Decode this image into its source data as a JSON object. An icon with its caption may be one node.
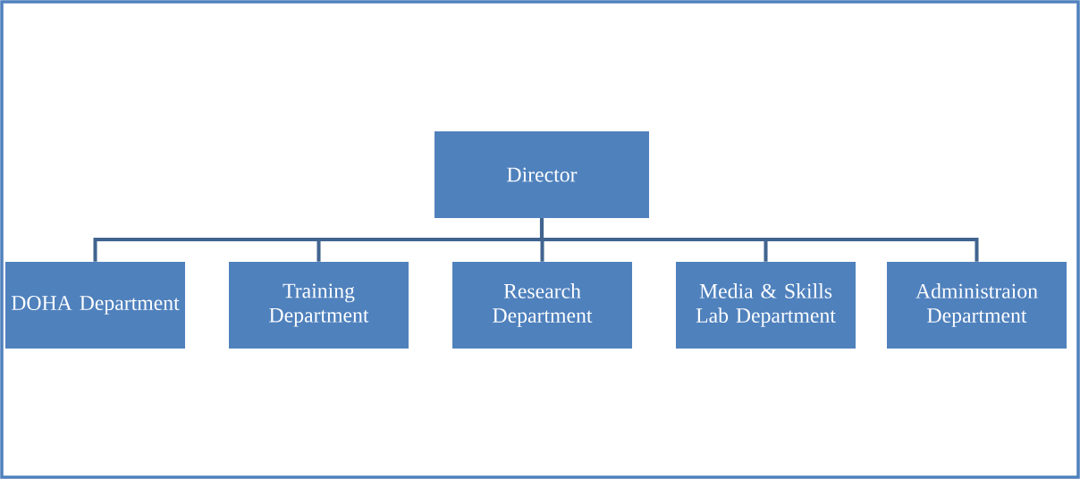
{
  "diagram": {
    "nodes": [
      {
        "text": [
          "Director"
        ]
      },
      {
        "text": [
          "DOHA Department"
        ]
      },
      {
        "text": [
          "Training Department"
        ]
      },
      {
        "text": [
          "Research Department"
        ]
      },
      {
        "text": [
          "Media & Skills Lab Department"
        ]
      },
      {
        "text": [
          "Administraion Department"
        ]
      }
    ],
    "edges": [
      {
        "from": 0,
        "to": 1,
        "arrow": "none"
      },
      {
        "from": 0,
        "to": 2,
        "arrow": "none"
      },
      {
        "from": 0,
        "to": 3,
        "arrow": "none"
      },
      {
        "from": 0,
        "to": 4,
        "arrow": "none"
      },
      {
        "from": 0,
        "to": 5,
        "arrow": "none"
      }
    ]
  }
}
